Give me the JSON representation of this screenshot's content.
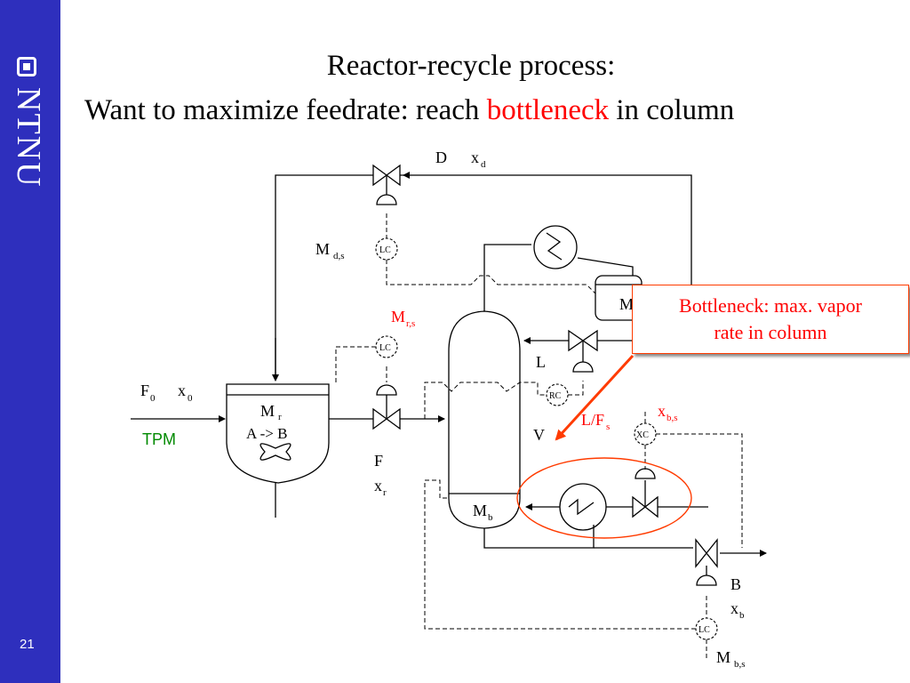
{
  "sidebar": {
    "brand": "NTNU",
    "page_number": "21",
    "color": "#2e2fbd"
  },
  "title": {
    "line1": "Reactor-recycle process:",
    "line2_prefix": "Want to maximize feedrate: reach ",
    "line2_highlight": "bottleneck",
    "line2_suffix": " in column"
  },
  "callout": {
    "line1": "Bottleneck: max. vapor",
    "line2": "rate in column",
    "color": "#ff0000"
  },
  "tpm_label": "TPM",
  "labels": {
    "D": "D",
    "x": "x",
    "d": "d",
    "M": "M",
    "ds": "d,s",
    "LC": "LC",
    "RC": "RC",
    "XC": "XC",
    "rs": "r,s",
    "F": "F",
    "r": "r",
    "F0": "F",
    "zero": "0",
    "x0": "x",
    "reactor_M": "M",
    "reaction": "A -> B",
    "L": "L",
    "V": "V",
    "LF": "L/F",
    "s": "s",
    "xbs_x": "x",
    "bs": "b,s",
    "B": "B",
    "b": "b",
    "Mb": "M",
    "Mbs": "M"
  },
  "colors": {
    "accent": "#ff0000",
    "tpm": "#008a00"
  }
}
